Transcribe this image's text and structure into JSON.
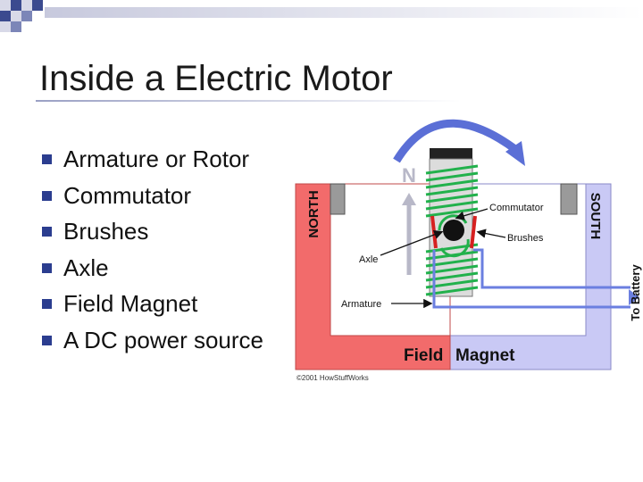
{
  "slide": {
    "title": "Inside a Electric Motor",
    "bullets": [
      "Armature or Rotor",
      "Commutator",
      "Brushes",
      "Axle",
      "Field Magnet",
      "A DC power source"
    ]
  },
  "diagram": {
    "pole_north": "NORTH",
    "pole_south": "SOUTH",
    "n_marker": "N",
    "label_commutator": "Commutator",
    "label_brushes": "Brushes",
    "label_axle": "Axle",
    "label_armature": "Armature",
    "label_battery": "To Battery",
    "magnet_word_1": "Field",
    "magnet_word_2": "Magnet",
    "copyright": "©2001 HowStuffWorks"
  },
  "colors": {
    "bullet": "#2b3d8f",
    "magnet_north": "#f26b6b",
    "magnet_south": "#c9c9f5",
    "coil": "#22b14c",
    "rotation_arrow": "#5b6fd6",
    "battery_wire": "#6b7fe0",
    "brush": "#d62020"
  }
}
